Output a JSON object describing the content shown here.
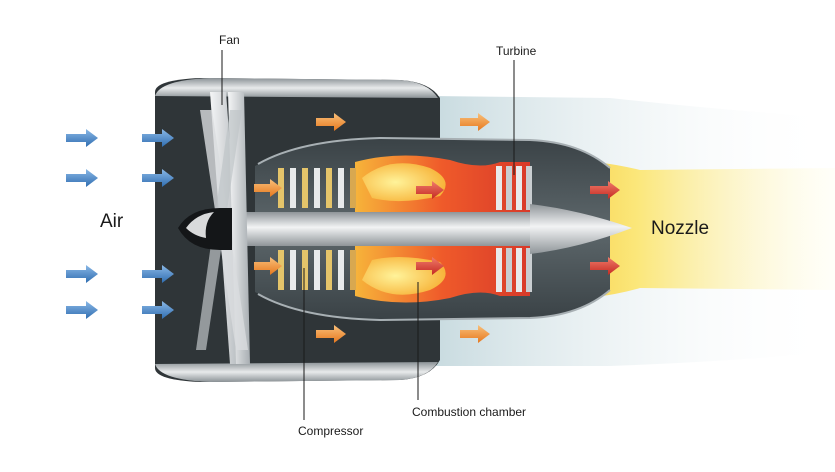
{
  "diagram": {
    "labels": {
      "fan": "Fan",
      "turbine": "Turbine",
      "air": "Air",
      "nozzle": "Nozzle",
      "compressor": "Compressor",
      "combustion_chamber": "Combustion chamber"
    },
    "colors": {
      "intake_arrow": "#3d7fc4",
      "bypass_arrow": "#ef8a2a",
      "hot_arrow": "#d8342a",
      "casing": "#2f3538",
      "shaft": "#b8bcc0",
      "combustion": "#ef5a2a",
      "exhaust": "#fbe77a"
    },
    "icons": [
      "arrow-right-icon"
    ]
  }
}
